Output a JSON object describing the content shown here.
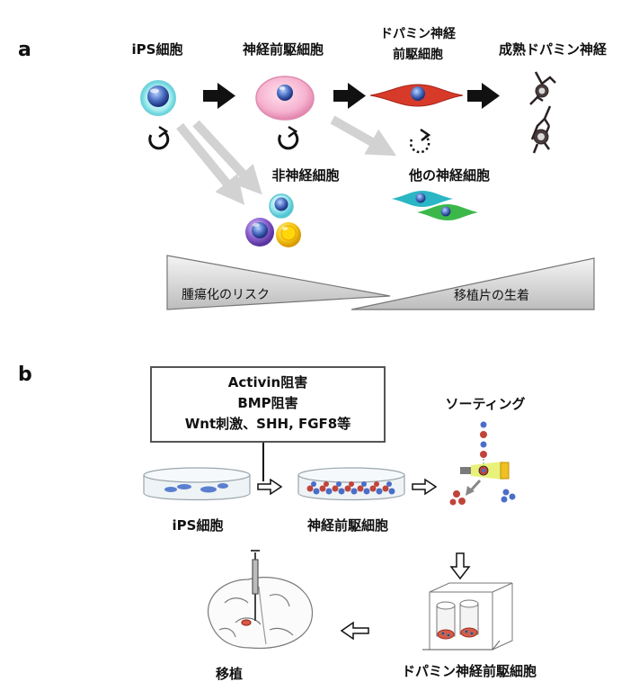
{
  "panel_a": {
    "letter": "a",
    "stages": {
      "ips": "iPS細胞",
      "neural_progenitor": "神経前駆細胞",
      "da_progenitor_line1": "ドパミン神経",
      "da_progenitor_line2": "前駆細胞",
      "mature_da": "成熟ドパミン神経"
    },
    "non_neural": "非神経細胞",
    "other_neural": "他の神経細胞",
    "risk_label": "腫瘍化のリスク",
    "engraftment_label": "移植片の生着"
  },
  "panel_b": {
    "letter": "b",
    "conditions": [
      "Activin阻害",
      "BMP阻害",
      "Wnt刺激、SHH, FGF8等"
    ],
    "sorting": "ソーティング",
    "ips": "iPS細胞",
    "neural_progenitor": "神経前駆細胞",
    "da_progenitor": "ドパミン神経前駆細胞",
    "transplant": "移植"
  },
  "colors": {
    "ips_cell": "#8fe3ea",
    "neural_progenitor_cell": "#f4a6c8",
    "da_progenitor_cell": "#d83a2a",
    "nucleus_blue": "#3f5fb0",
    "arrow_gray": "#cfcfcf",
    "triangle_fill": "#dcdcdc"
  }
}
